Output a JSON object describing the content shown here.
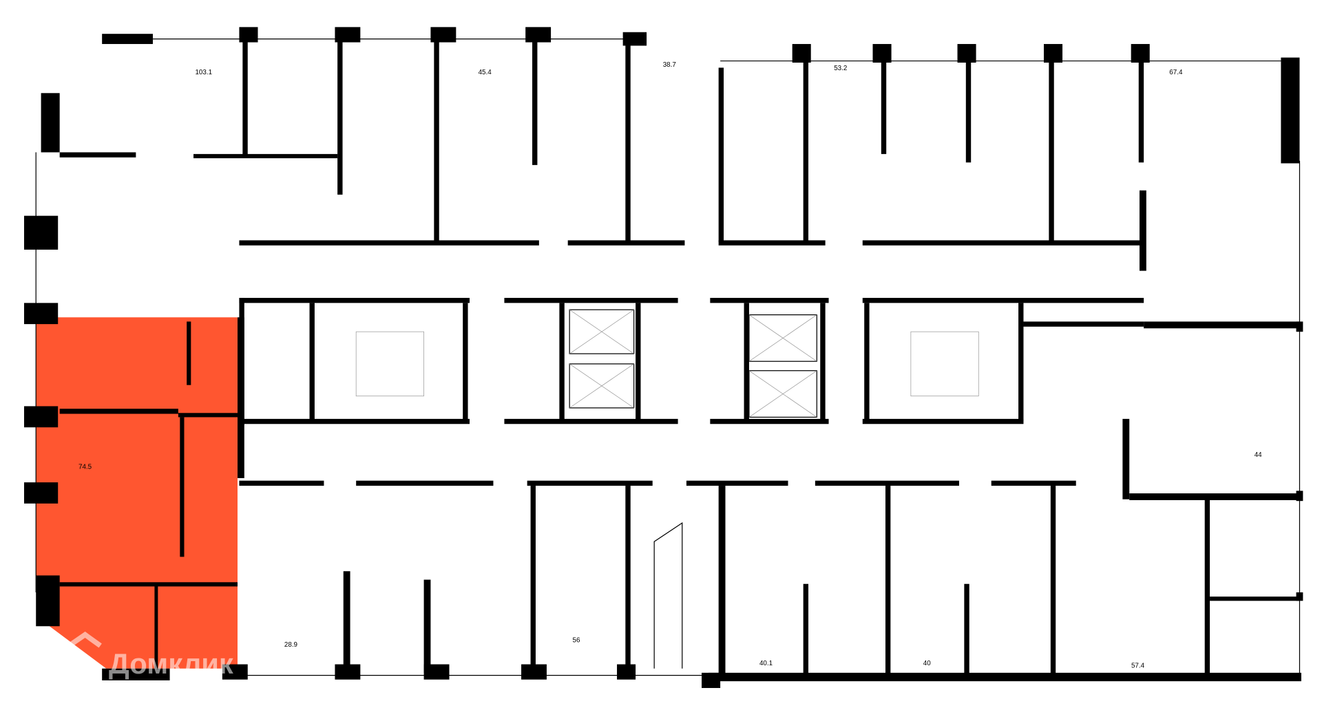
{
  "plan": {
    "highlight_color": "#FF5630",
    "wall_color": "#000000",
    "apartments": [
      {
        "area": "103.1"
      },
      {
        "area": "45.4"
      },
      {
        "area": "38.7"
      },
      {
        "area": "53.2"
      },
      {
        "area": "67.4"
      },
      {
        "area": "74.5",
        "highlighted": true
      },
      {
        "area": "44"
      },
      {
        "area": "28.9"
      },
      {
        "area": "56"
      },
      {
        "area": "40.1"
      },
      {
        "area": "40"
      },
      {
        "area": "57.4"
      }
    ]
  },
  "watermark": {
    "text": "Домклик"
  }
}
